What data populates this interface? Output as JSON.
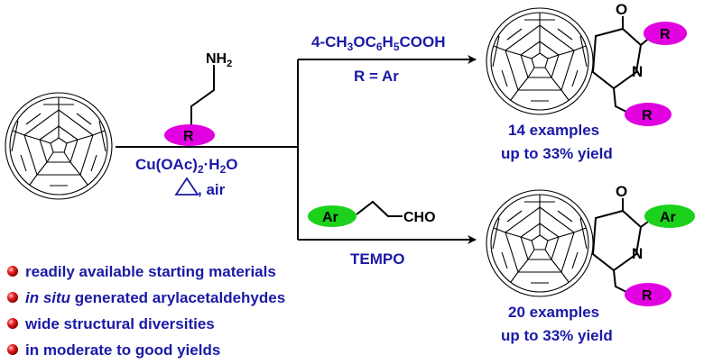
{
  "reagents": {
    "amine_group": "NH",
    "amine_sub": "2",
    "r_label": "R",
    "catalyst_pre": "Cu(OAc)",
    "catalyst_sub": "2",
    "catalyst_post": "·H",
    "catalyst_sub2": "2",
    "catalyst_end": "O",
    "heat_air": ", air"
  },
  "top_branch": {
    "reagent_pre": "4-CH",
    "reagent_s1": "3",
    "reagent_mid": "OC",
    "reagent_s2": "6",
    "reagent_mid2": "H",
    "reagent_s3": "5",
    "reagent_end": "COOH",
    "condition": "R = Ar",
    "product_o": "O",
    "product_n": "N",
    "product_r1": "R",
    "product_r2": "R",
    "examples": "14 examples",
    "yield": "up to 33% yield"
  },
  "bottom_branch": {
    "ar_label": "Ar",
    "aldehyde": "CHO",
    "reagent": "TEMPO",
    "product_o": "O",
    "product_n": "N",
    "product_ar": "Ar",
    "product_r": "R",
    "examples": "20 examples",
    "yield": "up to 33% yield"
  },
  "bullets": [
    {
      "italic": "",
      "text": "readily available starting materials"
    },
    {
      "italic": "in situ",
      "text": " generated arylacetaldehydes"
    },
    {
      "italic": "",
      "text": "wide structural diversities"
    },
    {
      "italic": "",
      "text": "in moderate to good  yields"
    }
  ],
  "colors": {
    "text_blue": "#1a1aa6",
    "magenta_oval": "#e000e0",
    "green_oval": "#1bd11b",
    "bullet_red": "#e01010"
  }
}
